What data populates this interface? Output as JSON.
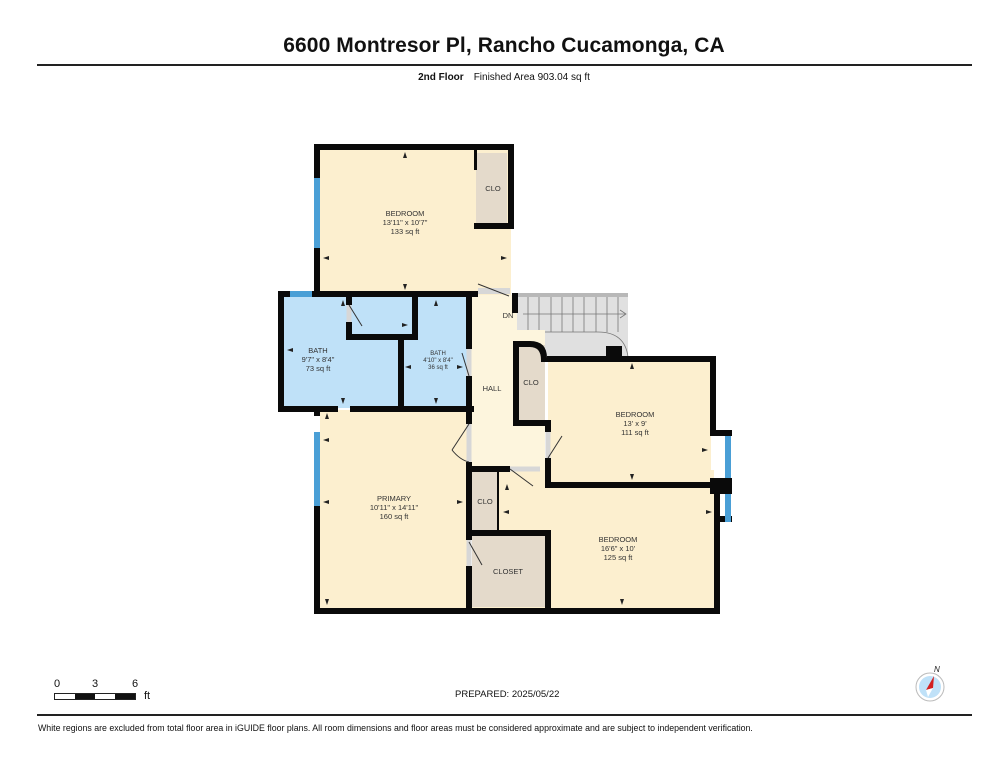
{
  "header": {
    "title": "6600 Montresor Pl, Rancho Cucamonga, CA",
    "floor_label": "2nd Floor",
    "finished_area": "Finished Area 903.04 sq ft"
  },
  "rooms": {
    "bedroom_top": {
      "name": "BEDROOM",
      "dims": "13'11\" x 10'7\"",
      "area": "133 sq ft"
    },
    "bath_large": {
      "name": "BATH",
      "dims": "9'7\" x 8'4\"",
      "area": "73 sq ft"
    },
    "bath_small": {
      "name": "BATH",
      "dims": "4'10\" x 8'4\"",
      "area": "36 sq ft"
    },
    "hall": {
      "name": "HALL"
    },
    "stairs": {
      "label": "DN"
    },
    "clo_top": {
      "name": "CLO"
    },
    "clo_hall": {
      "name": "CLO"
    },
    "clo_lower": {
      "name": "CLO"
    },
    "closet": {
      "name": "CLOSET"
    },
    "bedroom_right": {
      "name": "BEDROOM",
      "dims": "13' x 9'",
      "area": "111 sq ft"
    },
    "bedroom_bottom": {
      "name": "BEDROOM",
      "dims": "16'6\" x 10'",
      "area": "125 sq ft"
    },
    "primary": {
      "name": "PRIMARY",
      "dims": "10'11\" x 14'11\"",
      "area": "160 sq ft"
    }
  },
  "colors": {
    "room_fill": "#fcefcf",
    "bath_fill": "#bfe1f8",
    "closet_fill": "#e4dacb",
    "hall_fill": "#fdf5dd",
    "stair_fill": "#e0e0e0",
    "wall": "#0a0a0a",
    "window": "#4a9fd6",
    "door_gap": "#d7d7d7"
  },
  "scale": {
    "ticks": [
      "0",
      "3",
      "6"
    ],
    "unit": "ft"
  },
  "footer": {
    "prepared": "PREPARED: 2025/05/22",
    "disclaimer": "White regions are excluded from total floor area in iGUIDE floor plans. All room dimensions and floor areas must be considered approximate and are subject to independent verification.",
    "compass_label": "N"
  }
}
